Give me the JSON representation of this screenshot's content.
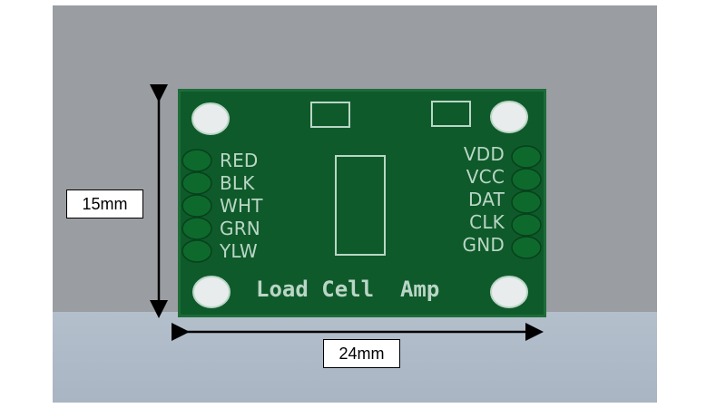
{
  "colors": {
    "wall": "#9a9da2",
    "floor": "#aeb9c7",
    "pcb": "#0f5a2a",
    "pcb_edge": "#1d6c39",
    "silkscreen": "#b9d6c6",
    "pad": "#0d6a2c",
    "arrow": "#000000"
  },
  "dimensions": {
    "height_label": "15mm",
    "width_label": "24mm"
  },
  "board": {
    "title": "Load Cell  Amp",
    "left_pins": [
      "RED",
      "BLK",
      "WHT",
      "GRN",
      "YLW"
    ],
    "right_pins": [
      "VDD",
      "VCC",
      "DAT",
      "CLK",
      "GND"
    ]
  }
}
